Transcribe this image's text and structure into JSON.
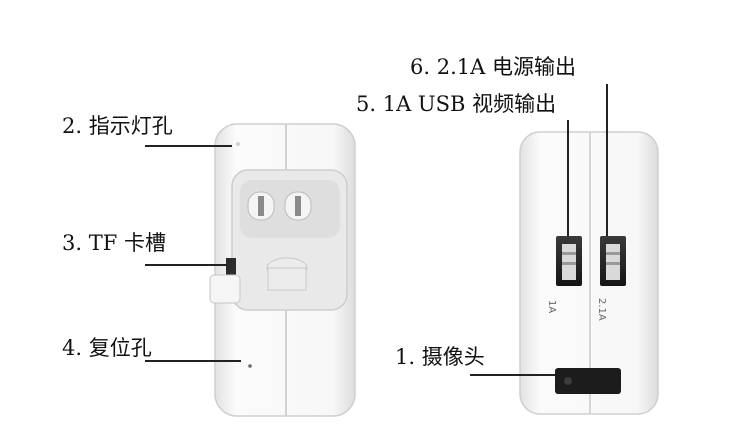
{
  "labels": {
    "indicator": "2. 指示灯孔",
    "tf_slot": "3. TF 卡槽",
    "reset": "4. 复位孔",
    "usb_video": "5. 1A USB 视频输出",
    "power_out": "6. 2.1A 电源输出",
    "camera": "1. 摄像头"
  },
  "port_labels": {
    "port_1a": "1A",
    "port_21a": "2.1A"
  },
  "colors": {
    "device_body": "#f2f2f2",
    "device_shadow": "#d6d6d6",
    "usb_port": "#2a2a2a",
    "camera_lens": "#1c1c1c"
  }
}
